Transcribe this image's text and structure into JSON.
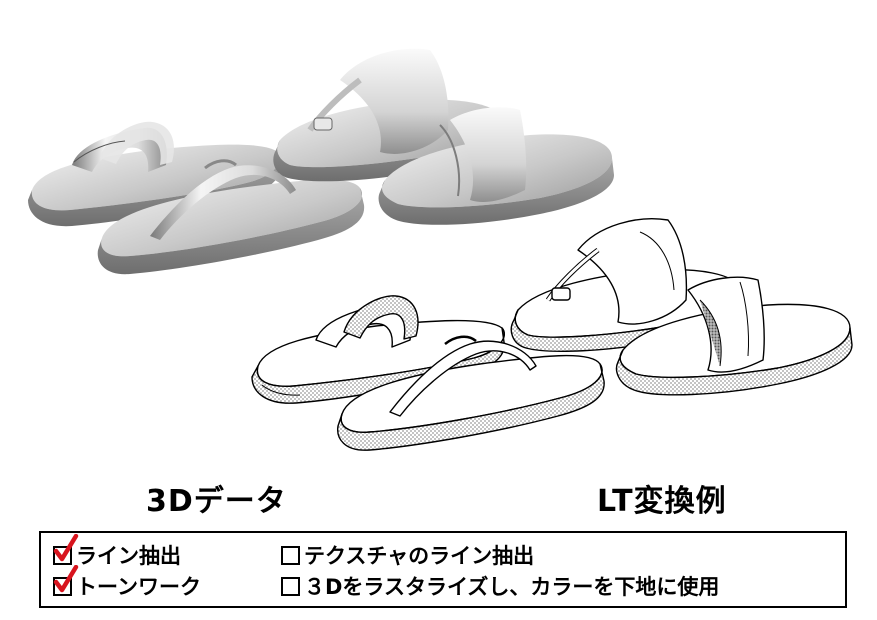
{
  "captions": {
    "left": "3Dデータ",
    "right": "LT変換例"
  },
  "options": [
    {
      "label": "ライン抽出",
      "checked": true
    },
    {
      "label": "トーンワーク",
      "checked": true
    },
    {
      "label": "テクスチャのライン抽出",
      "checked": false
    },
    {
      "label": "３Dをラスタライズし、カラーを下地に使用",
      "checked": false
    }
  ],
  "colors": {
    "check_mark": "#d8141e",
    "line": "#000000",
    "shaded_light": "#f2f2f2",
    "shaded_dark": "#8a8a8a"
  }
}
